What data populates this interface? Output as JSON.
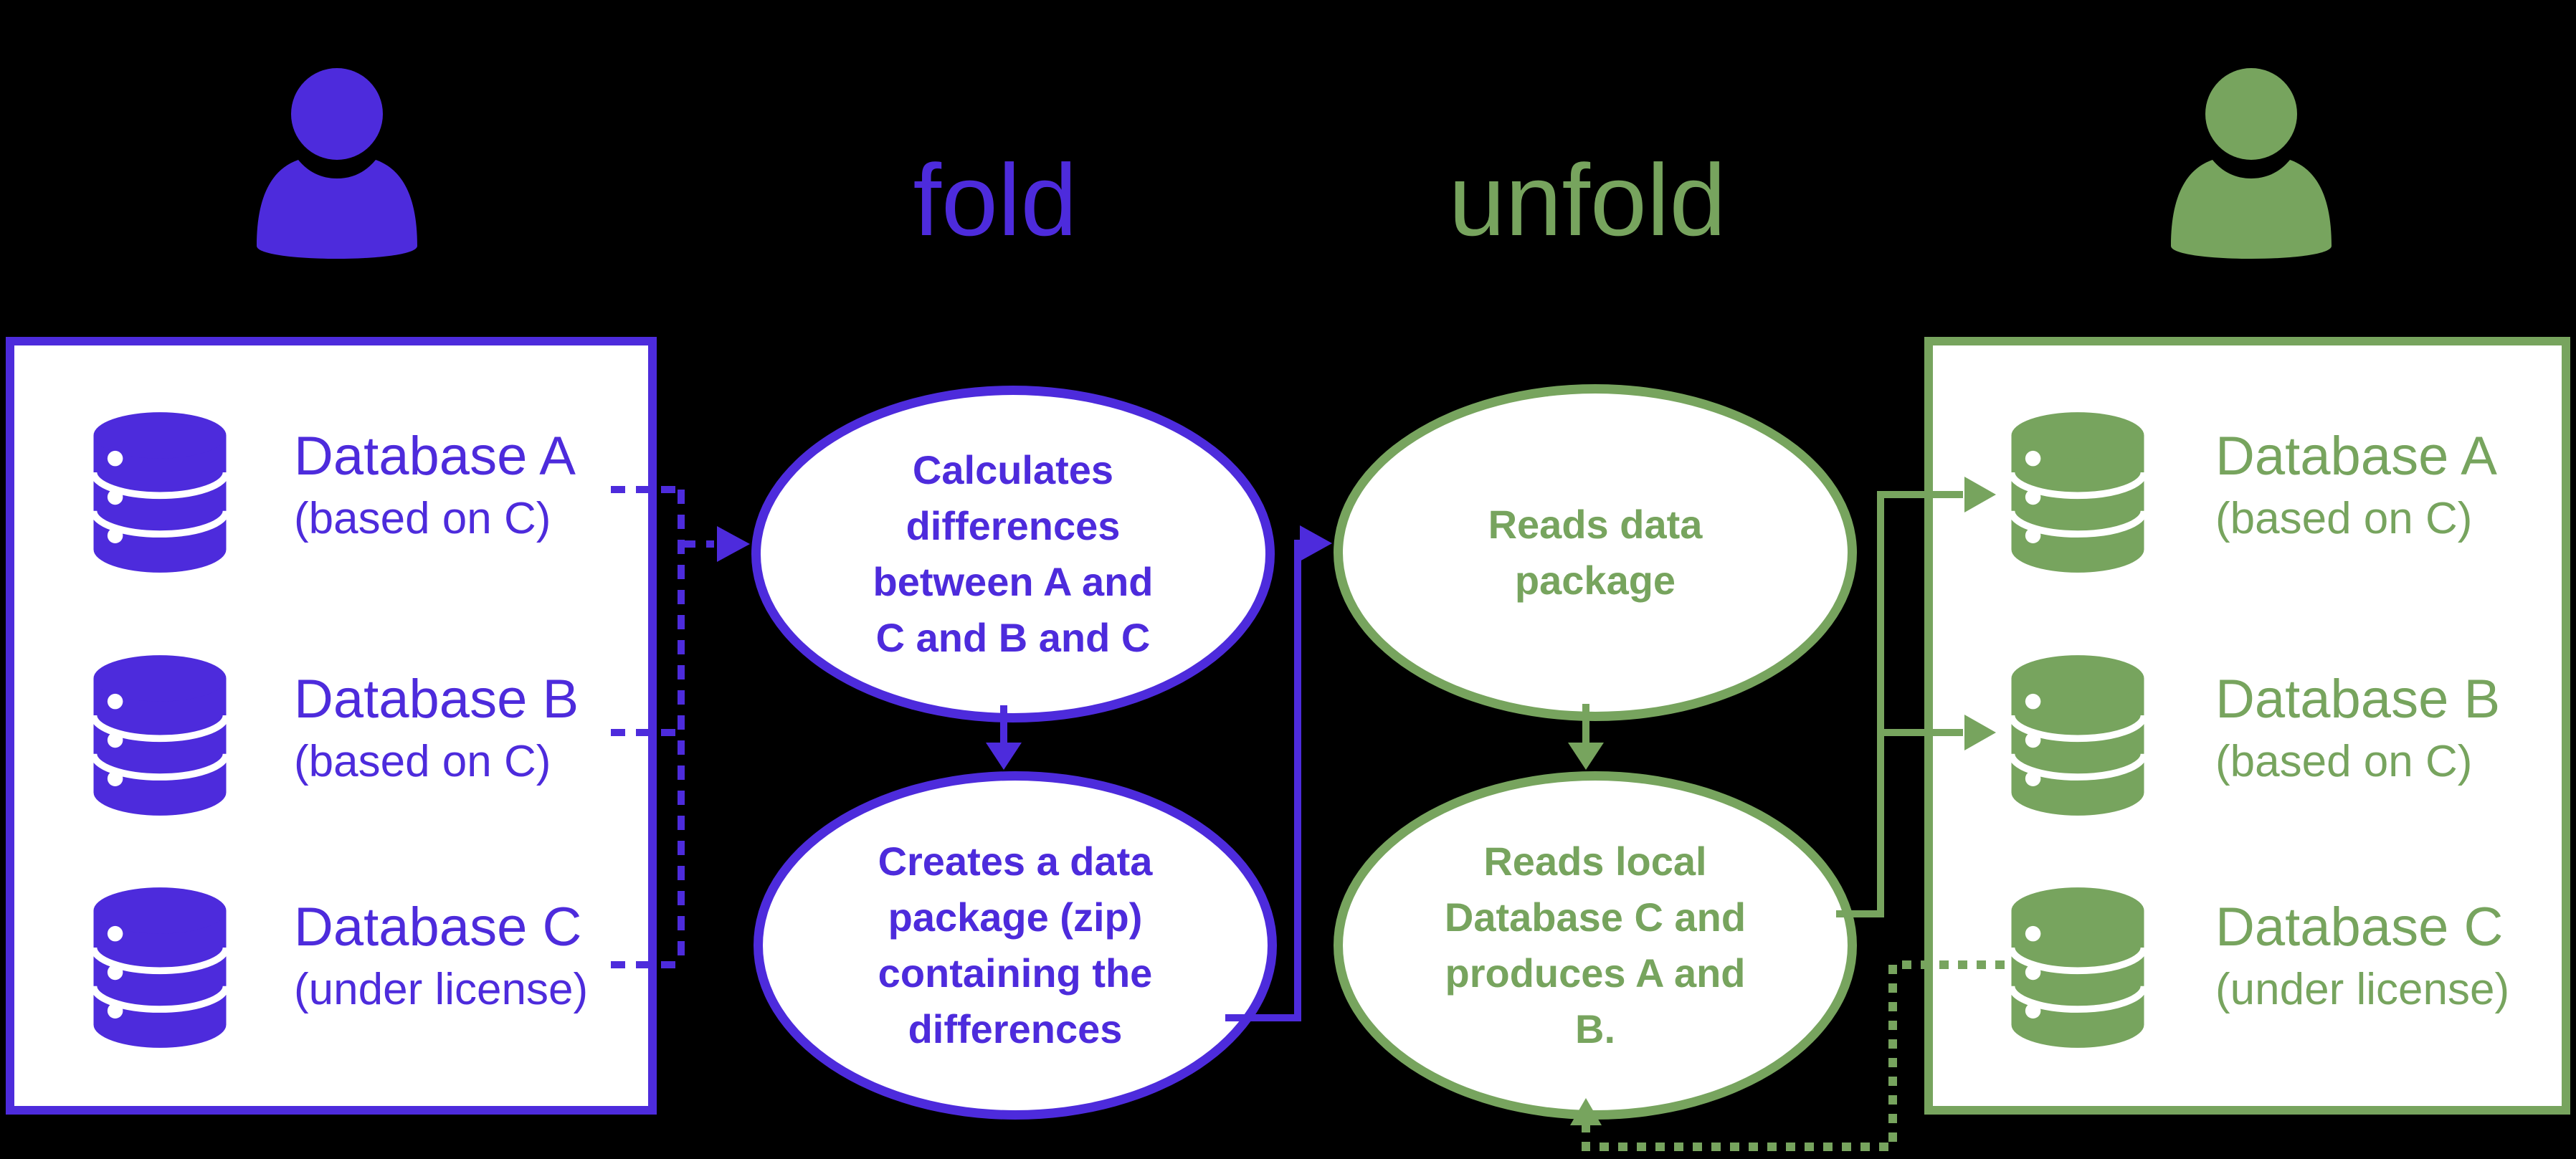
{
  "palette": {
    "purple": "#4d2bdc",
    "green": "#77a45e",
    "panel_background": "#ffffff",
    "page_background": "#000000"
  },
  "header": {
    "fold_label": "fold",
    "unfold_label": "unfold"
  },
  "icons": {
    "left_actor": "user-icon",
    "right_actor": "user-icon",
    "database": "database-icon"
  },
  "left_panel": {
    "databases": [
      {
        "name": "Database A",
        "note": "(based on C)"
      },
      {
        "name": "Database B",
        "note": "(based on C)"
      },
      {
        "name": "Database C",
        "note": "(under license)"
      }
    ]
  },
  "right_panel": {
    "databases": [
      {
        "name": "Database A",
        "note": "(based on C)"
      },
      {
        "name": "Database B",
        "note": "(based on C)"
      },
      {
        "name": "Database C",
        "note": "(under license)"
      }
    ]
  },
  "fold_steps": [
    {
      "lines": [
        "Calculates",
        "differences",
        "between A and",
        "C and B and C"
      ]
    },
    {
      "lines": [
        "Creates a data",
        "package (zip)",
        "containing the",
        "differences"
      ]
    }
  ],
  "unfold_steps": [
    {
      "lines": [
        "Reads data",
        "package"
      ]
    },
    {
      "lines": [
        "Reads local",
        "Database C and",
        "produces A and",
        "B."
      ]
    }
  ]
}
